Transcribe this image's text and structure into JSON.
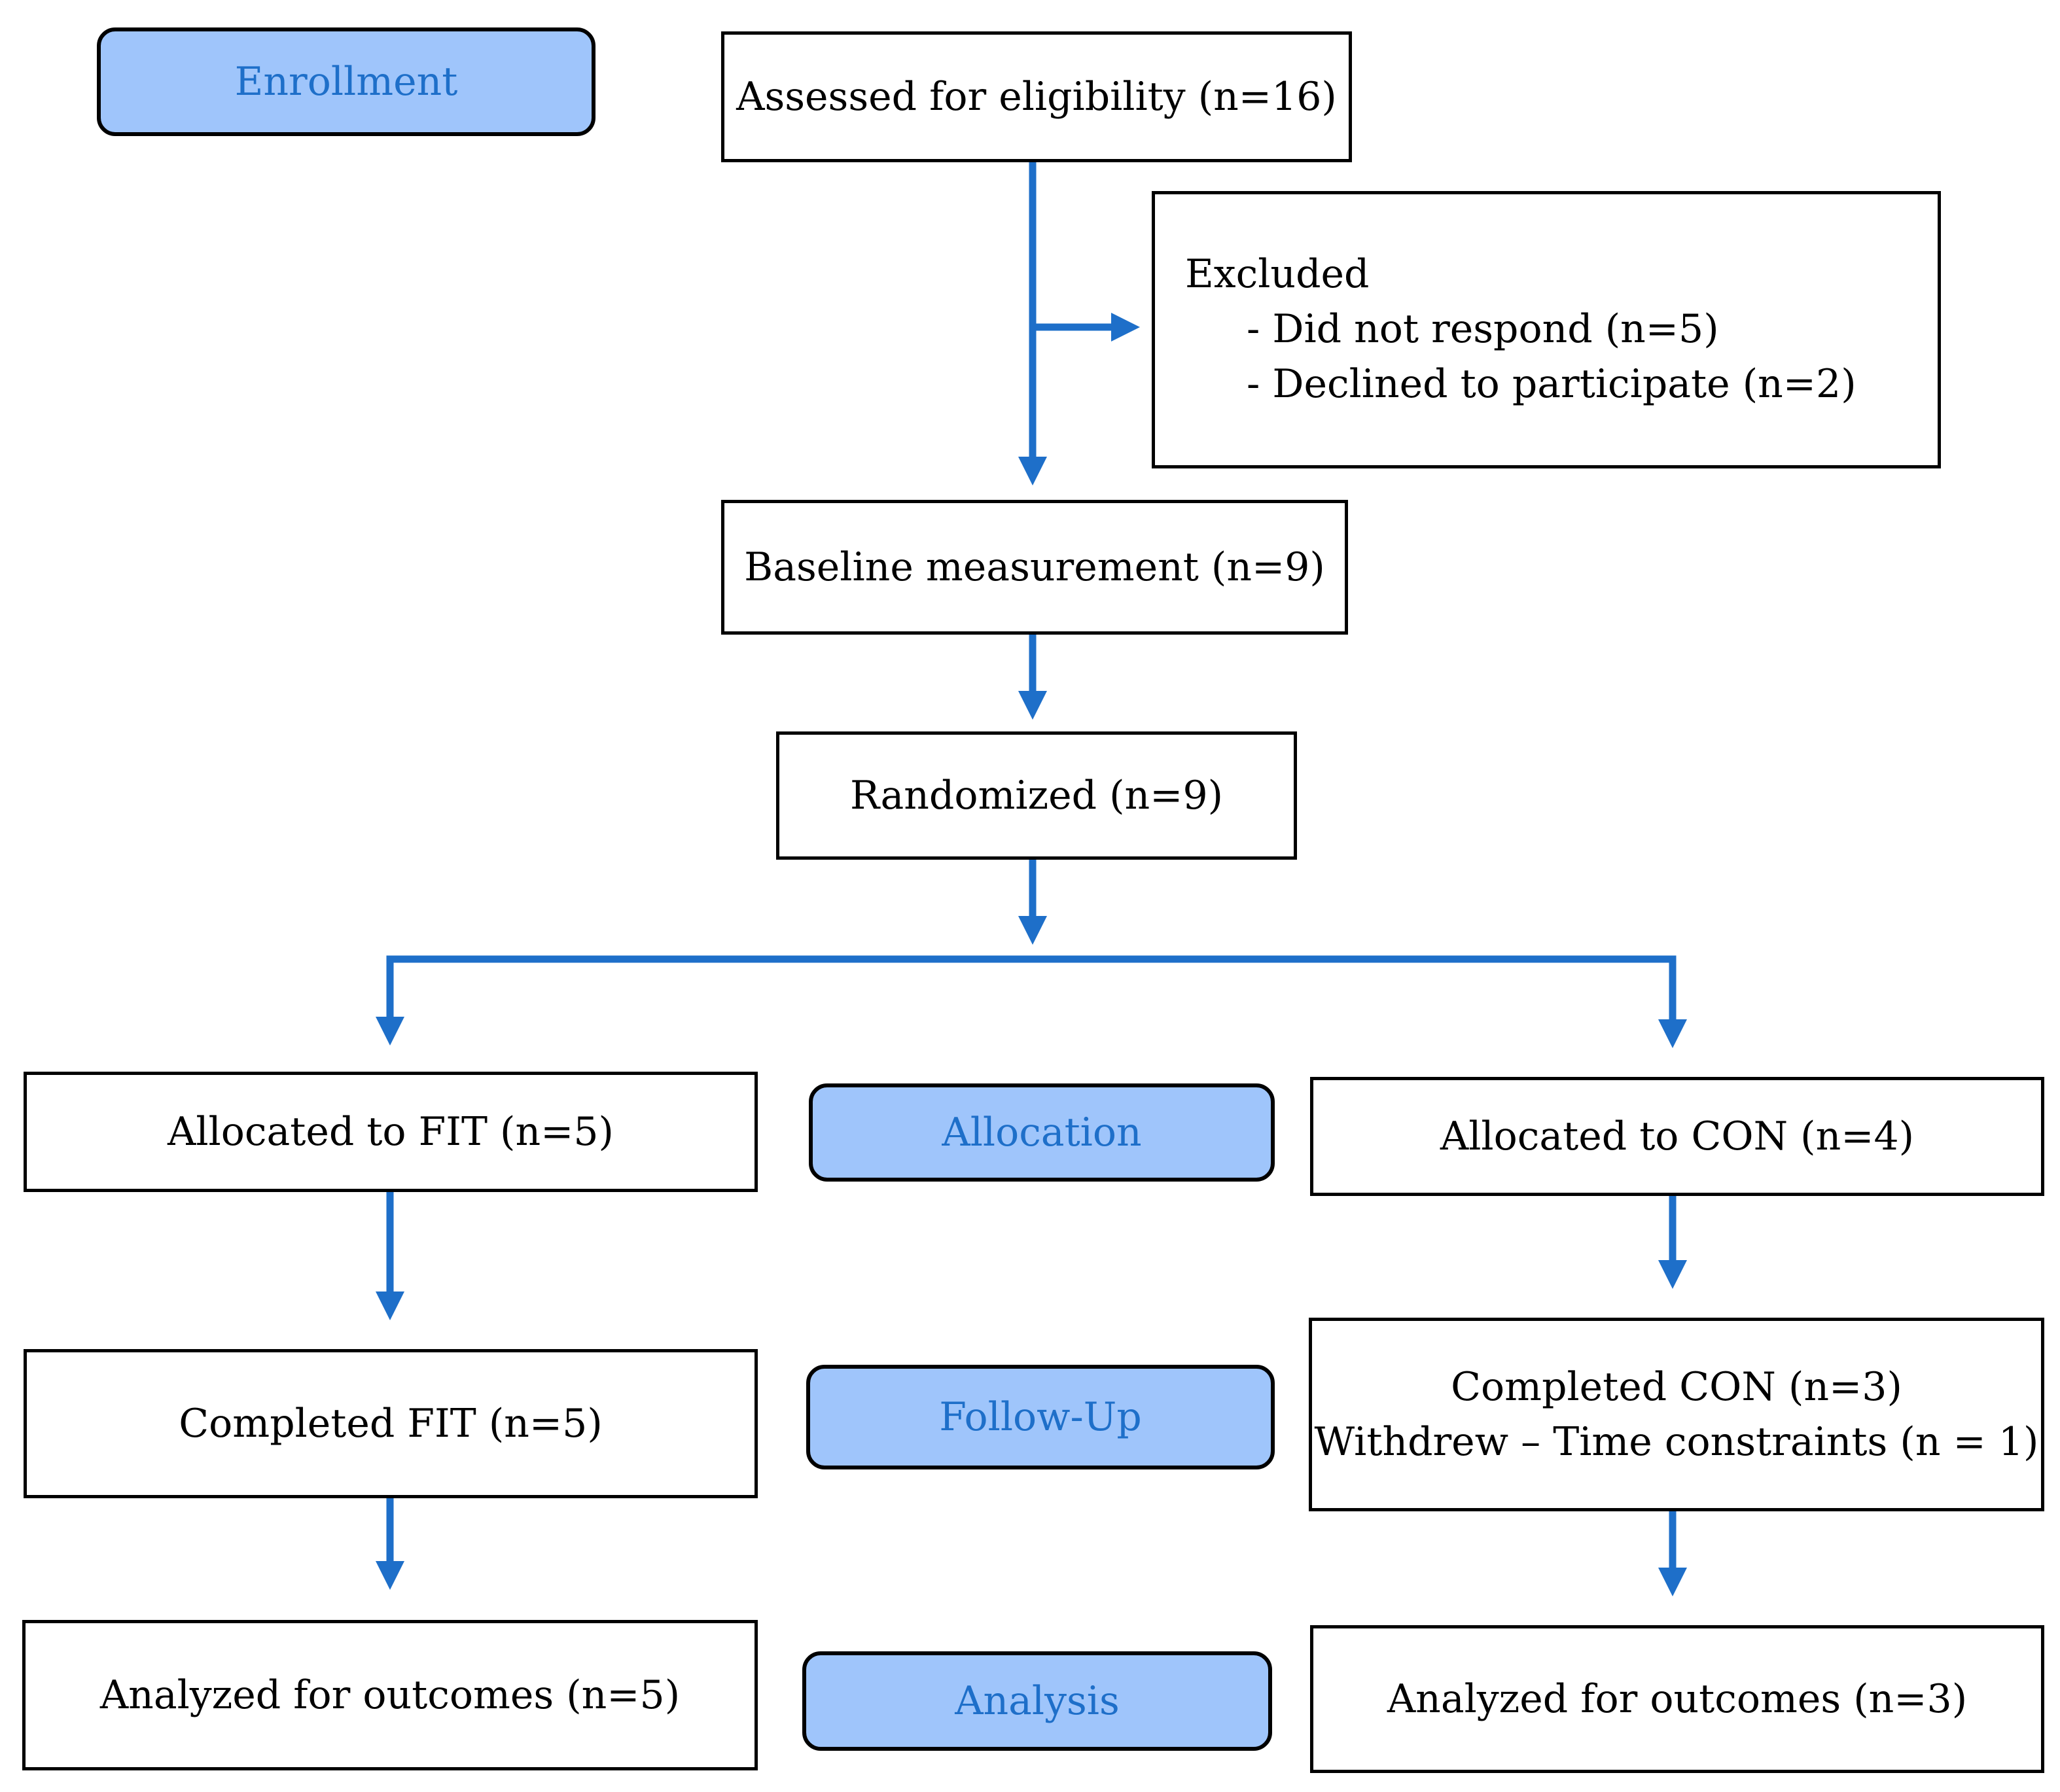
{
  "colors": {
    "arrow": "#1e6fc9",
    "stage_fill": "#9fc5fb",
    "stage_text": "#1e6fc9",
    "box_border": "#000000"
  },
  "stages": {
    "enrollment": "Enrollment",
    "allocation": "Allocation",
    "follow_up": "Follow-Up",
    "analysis": "Analysis"
  },
  "boxes": {
    "assessed": "Assessed for eligibility (n=16)",
    "excluded": {
      "title": "Excluded",
      "items": [
        "- Did not respond (n=5)",
        "- Declined to participate (n=2)"
      ]
    },
    "baseline": "Baseline measurement (n=9)",
    "randomized": "Randomized (n=9)",
    "allocated_fit": "Allocated to FIT (n=5)",
    "allocated_con": "Allocated to CON (n=4)",
    "completed_fit": "Completed FIT (n=5)",
    "completed_con": {
      "line1": "Completed CON (n=3)",
      "line2": "Withdrew – Time constraints (n = 1)"
    },
    "analyzed_fit": "Analyzed for outcomes (n=5)",
    "analyzed_con": "Analyzed for outcomes (n=3)"
  }
}
